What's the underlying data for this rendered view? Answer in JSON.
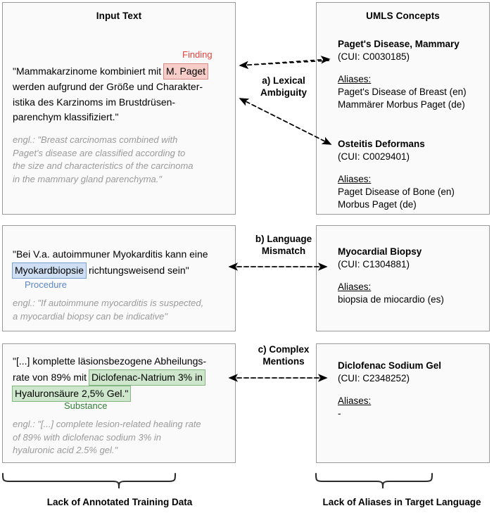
{
  "columns": {
    "left_title": "Input Text",
    "right_title": "UMLS Concepts"
  },
  "colors": {
    "finding": "#e8413c",
    "finding_bg": "#f6cdc8",
    "procedure": "#5b86c4",
    "procedure_bg": "#cfdff3",
    "substance": "#2f7d32",
    "substance_bg": "#cde6cc",
    "panel_border": "#9a9a9a",
    "panel_bg": "#fafafa",
    "translation_text": "#9a9a9a"
  },
  "rows": [
    {
      "id": "a",
      "relation_label_line1": "a) Lexical",
      "relation_label_line2": "Ambiguity",
      "source": {
        "line1_before": "\"Mammakarzinome kombiniert mit ",
        "highlight": "M. Paget",
        "highlight_type": "Finding",
        "line2": "werden aufgrund der Größe und Charakter-",
        "line3": "istika des Karzinoms im Brustdrüsen-",
        "line4": "parenchym klassifiziert.\"",
        "translation": [
          "engl.: \"Breast carcinomas combined with",
          "Paget's disease are classified according to",
          "the size and characteristics of the carcinoma",
          "in the mammary gland parenchyma.\""
        ]
      },
      "concepts": [
        {
          "name": "Paget's Disease, Mammary",
          "cui": "(CUI: C0030185)",
          "aliases_head": "Aliases:",
          "aliases": [
            "Paget's Disease of Breast (en)",
            "Mammärer Morbus Paget (de)"
          ]
        },
        {
          "name": "Osteitis Deformans",
          "cui": "(CUI: C0029401)",
          "aliases_head": "Aliases:",
          "aliases": [
            "Paget Disease of Bone (en)",
            "Morbus Paget (de)"
          ]
        }
      ]
    },
    {
      "id": "b",
      "relation_label_line1": "b) Language",
      "relation_label_line2": "Mismatch",
      "source": {
        "line1": "\"Bei V.a. autoimmuner Myokarditis kann eine",
        "highlight": "Myokardbiopsie",
        "highlight_type": "Procedure",
        "line2_after": " richtungsweisend sein\"",
        "translation": [
          "engl.: \"If autoimmune myocarditis is suspected,",
          "a myocardial biopsy can be indicative\""
        ]
      },
      "concepts": [
        {
          "name": "Myocardial Biopsy",
          "cui": "(CUI: C1304881)",
          "aliases_head": "Aliases:",
          "aliases": [
            "biopsia de miocardio (es)"
          ]
        }
      ]
    },
    {
      "id": "c",
      "relation_label_line1": "c) Complex",
      "relation_label_line2": "Mentions",
      "source": {
        "line1": "\"[...] komplette läsionsbezogene Abheilungs-",
        "line2_before": "rate von 89% mit ",
        "highlight1": "Diclofenac-Natrium 3% in",
        "highlight2": "Hyaluronsäure 2,5% Gel.\"",
        "highlight_type": "Substance",
        "translation": [
          "engl.: \"[...] complete lesion-related healing rate",
          "of 89% with diclofenac sodium 3% in",
          "hyaluronic acid 2.5% gel.\""
        ]
      },
      "concepts": [
        {
          "name": "Diclofenac Sodium Gel",
          "cui": "(CUI: C2348252)",
          "aliases_head": "Aliases:",
          "aliases": [
            "-"
          ]
        }
      ]
    }
  ],
  "footer": {
    "left_caption": "Lack of Annotated Training Data",
    "right_caption": "Lack of Aliases in Target Language"
  }
}
